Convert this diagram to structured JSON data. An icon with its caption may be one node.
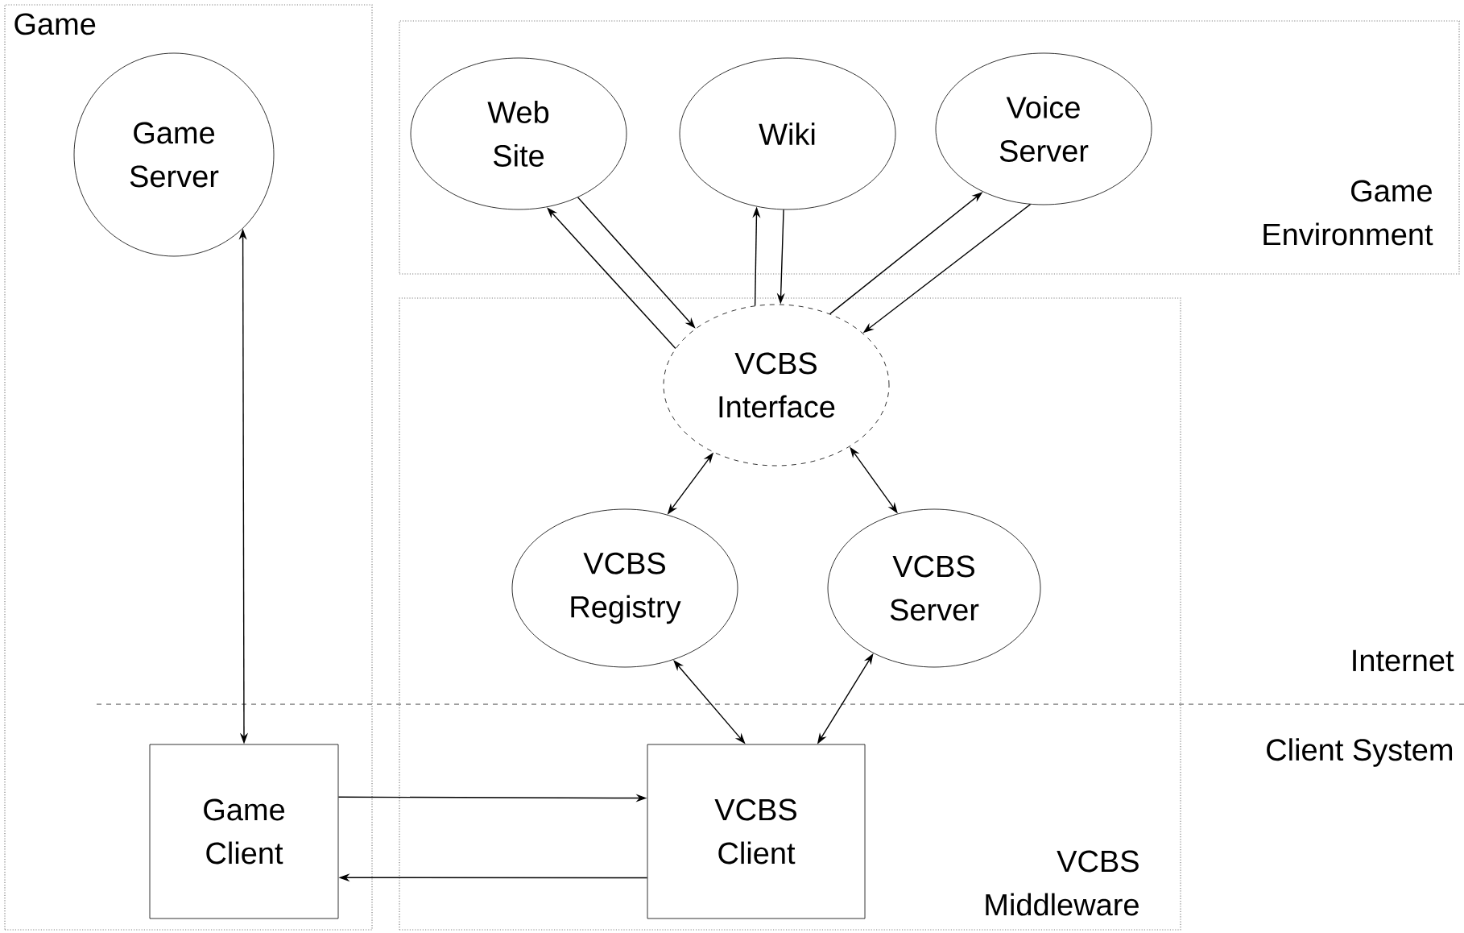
{
  "diagram": {
    "nodes": [
      {
        "text": [
          "Game"
        ]
      },
      {
        "text": [
          "Game Environment"
        ]
      },
      {
        "text": [
          "VCBS Middleware"
        ]
      },
      {
        "text": [
          "Game Server"
        ],
        "in": 0
      },
      {
        "text": [
          "Web Site"
        ],
        "in": 1
      },
      {
        "text": [
          "Wiki"
        ],
        "in": 1
      },
      {
        "text": [
          "Voice Server"
        ],
        "in": 1
      },
      {
        "text": [
          "VCBS Interface"
        ],
        "in": 2
      },
      {
        "text": [
          "VCBS Registry"
        ],
        "in": 2
      },
      {
        "text": [
          "VCBS Server"
        ],
        "in": 2
      },
      {
        "text": [
          "Game Client"
        ],
        "in": 0
      },
      {
        "text": [
          "VCBS Client"
        ],
        "in": 2
      }
    ],
    "edges": [
      {
        "from": 3,
        "to": 10,
        "arrow": "both"
      },
      {
        "from": 7,
        "to": 4,
        "arrow": "to"
      },
      {
        "from": 4,
        "to": 7,
        "arrow": "to"
      },
      {
        "from": 7,
        "to": 5,
        "arrow": "to"
      },
      {
        "from": 5,
        "to": 7,
        "arrow": "to"
      },
      {
        "from": 7,
        "to": 6,
        "arrow": "to"
      },
      {
        "from": 6,
        "to": 7,
        "arrow": "to"
      },
      {
        "from": 7,
        "to": 8,
        "arrow": "both"
      },
      {
        "from": 7,
        "to": 9,
        "arrow": "both"
      },
      {
        "from": 8,
        "to": 11,
        "arrow": "both"
      },
      {
        "from": 9,
        "to": 11,
        "arrow": "both"
      },
      {
        "from": 10,
        "to": 11,
        "arrow": "to"
      },
      {
        "from": 11,
        "to": 10,
        "arrow": "to"
      }
    ],
    "labels": [
      "Internet",
      "Client System"
    ]
  }
}
